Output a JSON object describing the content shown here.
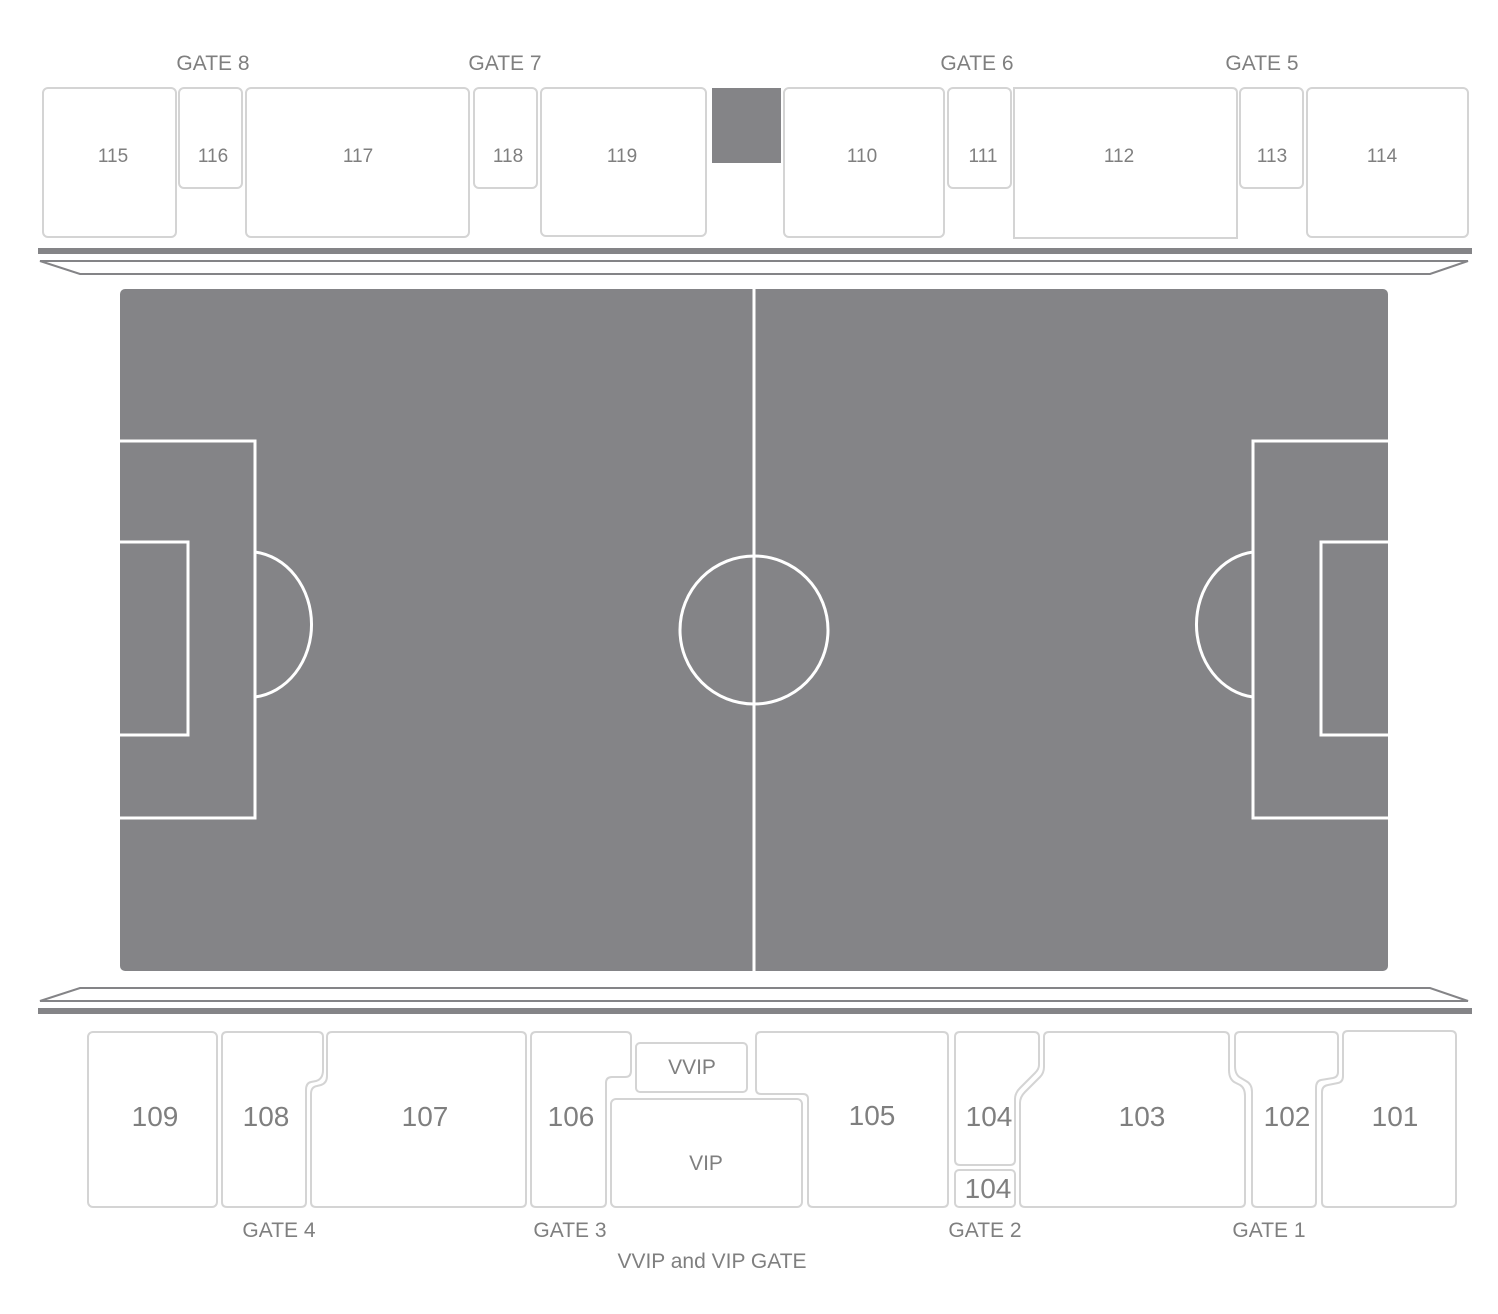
{
  "colors": {
    "pitch": "#848487",
    "pitch_lines": "#ffffff",
    "section_fill": "#ffffff",
    "section_stroke": "#d4d4d4",
    "label_text": "#7f7f7f",
    "rail": "#848487"
  },
  "north_gates": [
    "GATE 8",
    "GATE 7",
    "GATE 6",
    "GATE 5"
  ],
  "north_sections": [
    "115",
    "116",
    "117",
    "118",
    "119",
    "110",
    "111",
    "112",
    "113",
    "114"
  ],
  "south_sections": [
    "109",
    "108",
    "107",
    "106",
    "VVIP",
    "VIP",
    "105",
    "104",
    "104",
    "103",
    "102",
    "101"
  ],
  "south_gates": [
    "GATE 4",
    "GATE 3",
    "GATE 2",
    "GATE 1"
  ],
  "vip_gate": "VVIP and VIP GATE"
}
